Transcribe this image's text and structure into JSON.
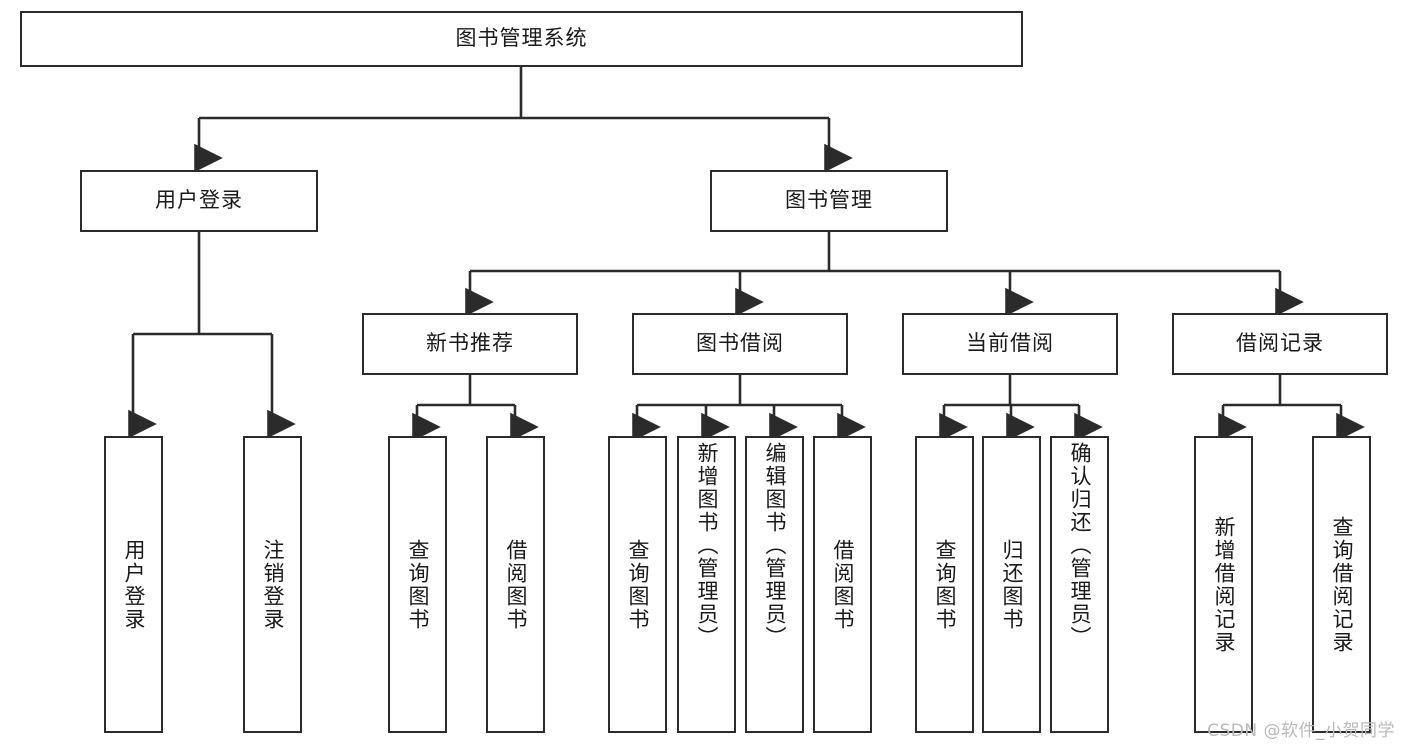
{
  "diagram": {
    "type": "hierarchy-tree",
    "title": "图书管理系统",
    "watermark": "CSDN @软件_小贺同学",
    "colors": {
      "box_border": "#2b2b2b",
      "box_fill": "#ffffff",
      "connector": "#2b2b2b",
      "text": "#1a1a1a",
      "watermark": "#b9b9b9"
    },
    "levels": {
      "root": {
        "label": "图书管理系统"
      },
      "level2": [
        {
          "label": "用户登录"
        },
        {
          "label": "图书管理"
        }
      ],
      "level3": [
        {
          "label": "新书推荐"
        },
        {
          "label": "图书借阅"
        },
        {
          "label": "当前借阅"
        },
        {
          "label": "借阅记录"
        }
      ],
      "leaves": {
        "user_login": [
          {
            "label": "用户登录"
          },
          {
            "label": "注销登录"
          }
        ],
        "new_book_recommend": [
          {
            "label": "查询图书"
          },
          {
            "label": "借阅图书"
          }
        ],
        "book_borrow": [
          {
            "label": "查询图书"
          },
          {
            "label": "新增图书（管理员）"
          },
          {
            "label": "编辑图书（管理员）"
          },
          {
            "label": "借阅图书"
          }
        ],
        "current_borrow": [
          {
            "label": "查询图书"
          },
          {
            "label": "归还图书"
          },
          {
            "label": "确认归还（管理员）"
          }
        ],
        "borrow_record": [
          {
            "label": "新增借阅记录"
          },
          {
            "label": "查询借阅记录"
          }
        ]
      }
    }
  }
}
